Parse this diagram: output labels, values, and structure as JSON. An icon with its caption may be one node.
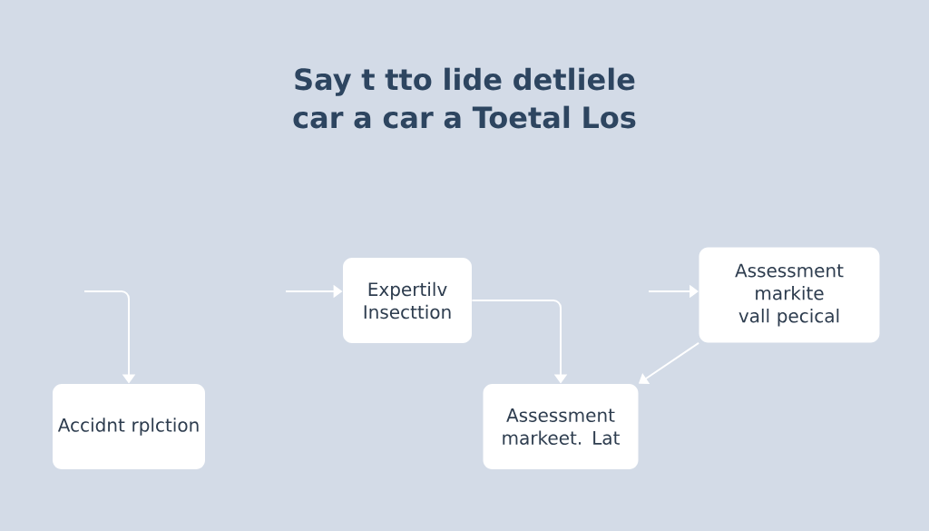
{
  "diagram": {
    "title": "Say t tto lide detliele car a car a Toetal Los",
    "nodes": [
      {
        "text": [
          "Accidnt rplction"
        ]
      },
      {
        "text": [
          "Expertilv Insecttion"
        ]
      },
      {
        "text": [
          "Assessment markeet. Lat"
        ]
      },
      {
        "text": [
          "Assessment markite vall pecical"
        ]
      }
    ],
    "edges": [
      {
        "from": null,
        "to": 0,
        "arrow": "to"
      },
      {
        "from": null,
        "to": 1,
        "arrow": "to"
      },
      {
        "from": 1,
        "to": 2,
        "arrow": "to"
      },
      {
        "from": null,
        "to": 3,
        "arrow": "to"
      },
      {
        "from": 3,
        "to": 2,
        "arrow": "to"
      }
    ]
  }
}
